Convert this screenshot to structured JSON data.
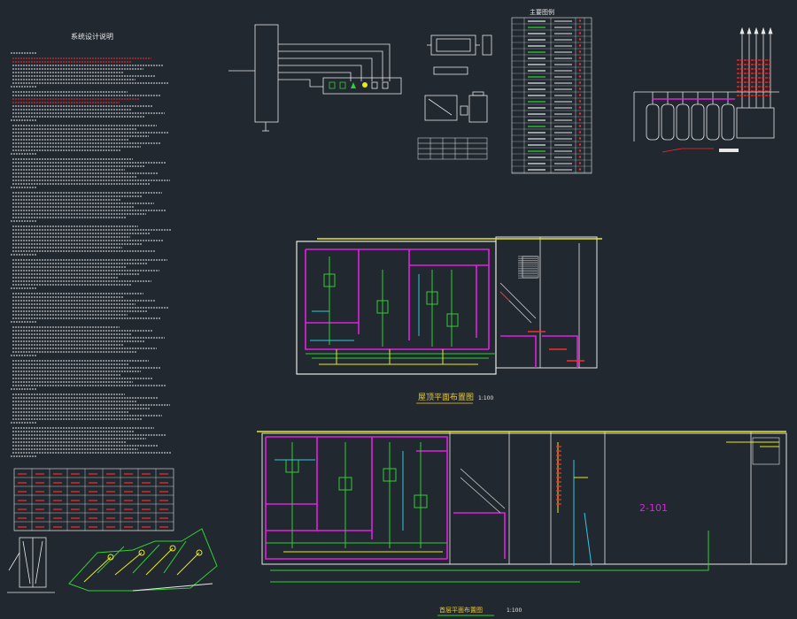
{
  "drawing": {
    "notes_title": "系统设计说明",
    "legend_title": "主要图例",
    "floor_plan_upper": {
      "title": "屋顶平面布置图",
      "scale": "1:100"
    },
    "floor_plan_lower": {
      "title": "首层平面布置图",
      "scale": "1:100",
      "room_number": "2-101"
    }
  },
  "colors": {
    "background": "#212830",
    "line_white": "#e8e8e8",
    "wall_magenta": "#e020e0",
    "pipe_green": "#30d030",
    "pipe_yellow": "#e8e820",
    "text_red": "#ff2a2a",
    "duct_cyan": "#30c8e0",
    "title_yellow": "#e8c840"
  }
}
